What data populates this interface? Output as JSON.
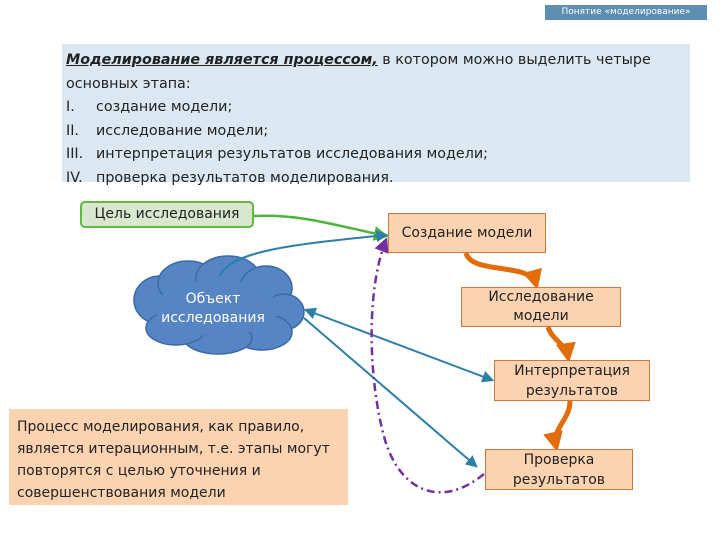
{
  "header": {
    "tag": "Понятие «моделирование»"
  },
  "intro": {
    "lead_emphasis": "Моделирование является процессом,",
    "lead_rest": " в котором можно выделить четыре",
    "lead_line2": "основных этапа:",
    "stages": [
      {
        "num": "I.",
        "text": "создание модели;"
      },
      {
        "num": "II.",
        "text": "исследование модели;"
      },
      {
        "num": "III.",
        "text": "интерпретация результатов исследования модели;"
      },
      {
        "num": "IV.",
        "text": "проверка результатов моделирования."
      }
    ]
  },
  "diagram": {
    "goal": "Цель исследования",
    "object_line1": "Объект",
    "object_line2": "исследования",
    "create_model": "Создание модели",
    "study_line1": "Исследование",
    "study_line2": "модели",
    "interp_line1": "Интерпретация",
    "interp_line2": "результатов",
    "check_line1": "Проверка",
    "check_line2": "результатов"
  },
  "note": {
    "lines": [
      "Процесс моделирования, как правило,",
      "является итерационным, т.е. этапы могут",
      "повторятся с целью уточнения и",
      "совершенствования модели"
    ]
  },
  "colors": {
    "green_arrow": "#4ab53a",
    "blue_arrow": "#2b7fa8",
    "orange_arrow": "#e36c0a",
    "purple_dashed": "#7030a0",
    "cloud_fill": "#5585c4"
  }
}
